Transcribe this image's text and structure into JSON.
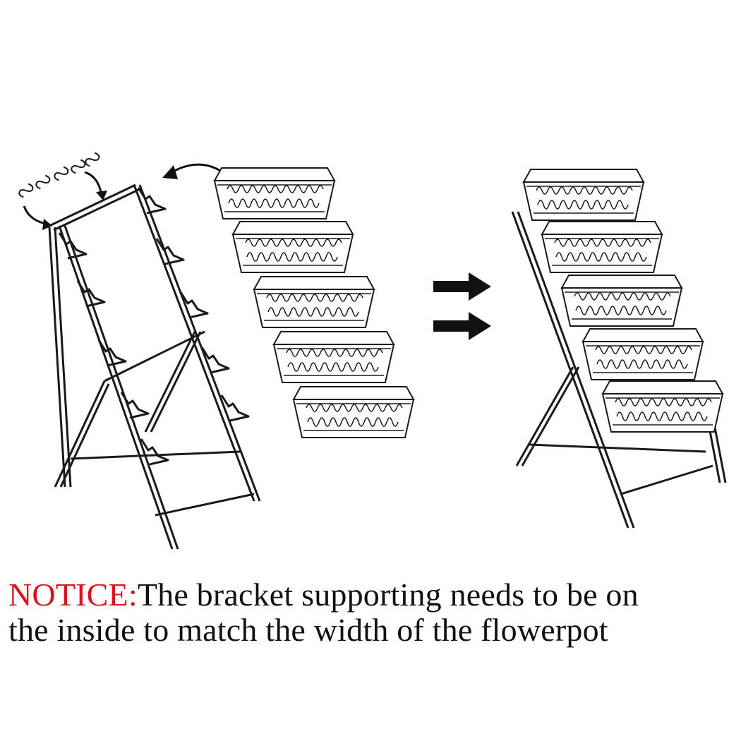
{
  "notice": {
    "label": "NOTICE:",
    "line1": "The bracket supporting needs to be on",
    "line2": "the inside to match the width of the flowerpot"
  },
  "colors": {
    "notice_label": "#d8141c",
    "text": "#111111",
    "stroke": "#1a1a1a",
    "arrow": "#111111"
  },
  "icons": {
    "hooks": "s-hook-icon",
    "curved_arrows": "curved-arrow-icon",
    "direction_arrows": "right-arrow-icon"
  },
  "planters": {
    "loose_count": 5,
    "assembled_count": 5
  }
}
